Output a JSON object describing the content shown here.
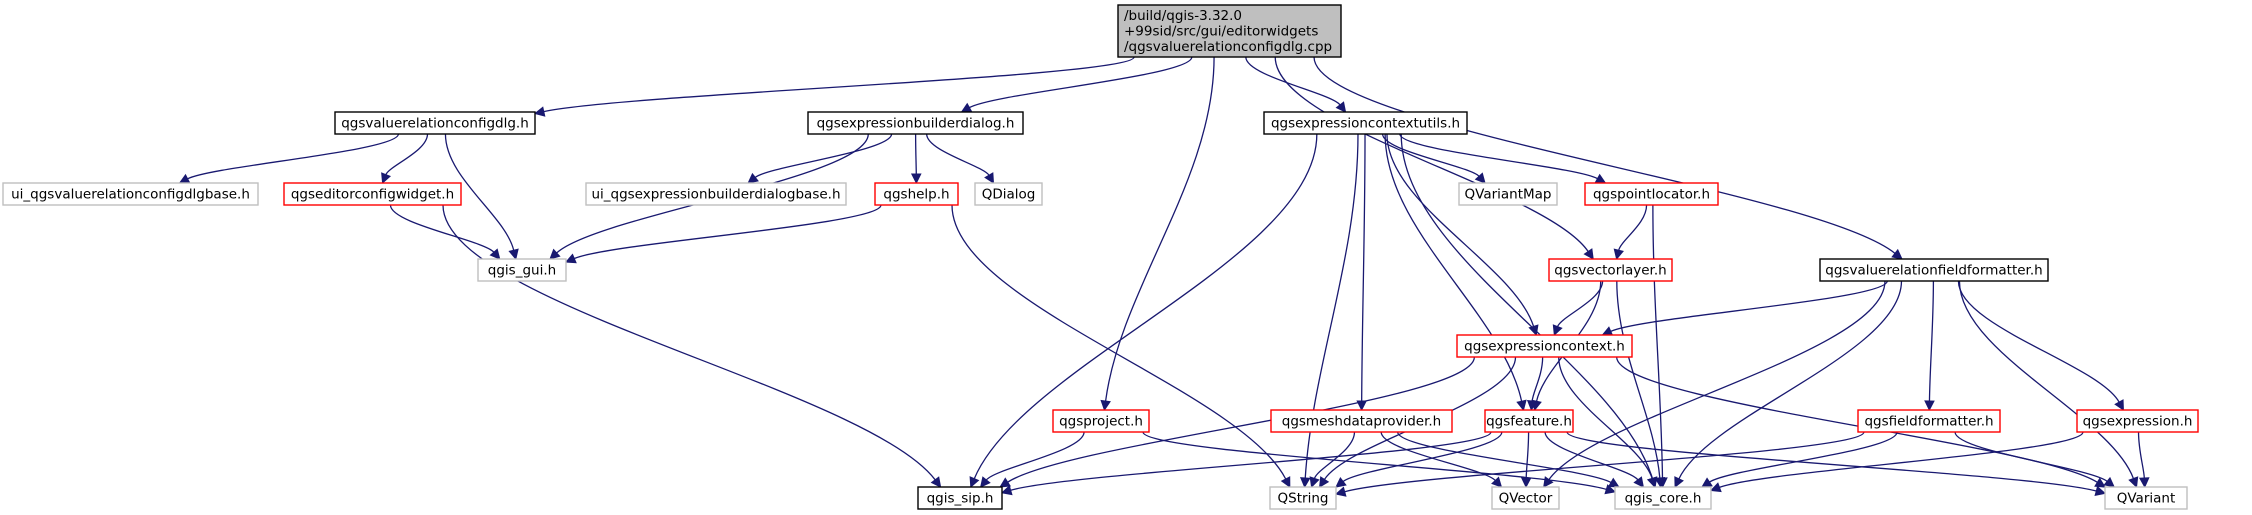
{
  "diagram": {
    "nodes": [
      {
        "id": "root",
        "lines": [
          "/build/qgis-3.32.0",
          "+99sid/src/gui/editorwidgets",
          "/qgsvaluerelationconfigdlg.cpp"
        ],
        "style": "root",
        "name": "node-root-file"
      },
      {
        "id": "vrcd_h",
        "lines": [
          "qgsvaluerelationconfigdlg.h"
        ],
        "style": "black",
        "name": "node-qgsvaluerelationconfigdlg-h"
      },
      {
        "id": "ui_vrcd",
        "lines": [
          "ui_qgsvaluerelationconfigdlgbase.h"
        ],
        "style": "gray",
        "name": "node-ui-qgsvaluerelationconfigdlgbase-h"
      },
      {
        "id": "editcfg",
        "lines": [
          "qgseditorconfigwidget.h"
        ],
        "style": "red",
        "name": "node-qgseditorconfigwidget-h"
      },
      {
        "id": "qgis_gui",
        "lines": [
          "qgis_gui.h"
        ],
        "style": "gray",
        "name": "node-qgis-gui-h"
      },
      {
        "id": "expbd",
        "lines": [
          "qgsexpressionbuilderdialog.h"
        ],
        "style": "black",
        "name": "node-qgsexpressionbuilderdialog-h"
      },
      {
        "id": "ui_expbd",
        "lines": [
          "ui_qgsexpressionbuilderdialogbase.h"
        ],
        "style": "gray",
        "name": "node-ui-qgsexpressionbuilderdialogbase-h"
      },
      {
        "id": "qgshelp",
        "lines": [
          "qgshelp.h"
        ],
        "style": "red",
        "name": "node-qgshelp-h"
      },
      {
        "id": "qdialog",
        "lines": [
          "QDialog"
        ],
        "style": "gray",
        "name": "node-qdialog"
      },
      {
        "id": "qgsproject",
        "lines": [
          "qgsproject.h"
        ],
        "style": "red",
        "name": "node-qgsproject-h"
      },
      {
        "id": "qgis_sip",
        "lines": [
          "qgis_sip.h"
        ],
        "style": "black",
        "name": "node-qgis-sip-h"
      },
      {
        "id": "expctxu",
        "lines": [
          "qgsexpressioncontextutils.h"
        ],
        "style": "black",
        "name": "node-qgsexpressioncontextutils-h"
      },
      {
        "id": "qvariantmap",
        "lines": [
          "QVariantMap"
        ],
        "style": "gray",
        "name": "node-qvariantmap"
      },
      {
        "id": "pointloc",
        "lines": [
          "qgspointlocator.h"
        ],
        "style": "red",
        "name": "node-qgspointlocator-h"
      },
      {
        "id": "vlayer",
        "lines": [
          "qgsvectorlayer.h"
        ],
        "style": "red",
        "name": "node-qgsvectorlayer-h"
      },
      {
        "id": "expctx",
        "lines": [
          "qgsexpressioncontext.h"
        ],
        "style": "red",
        "name": "node-qgsexpressioncontext-h"
      },
      {
        "id": "meshdp",
        "lines": [
          "qgsmeshdataprovider.h"
        ],
        "style": "red",
        "name": "node-qgsmeshdataprovider-h"
      },
      {
        "id": "feature",
        "lines": [
          "qgsfeature.h"
        ],
        "style": "red",
        "name": "node-qgsfeature-h"
      },
      {
        "id": "qstring",
        "lines": [
          "QString"
        ],
        "style": "gray",
        "name": "node-qstring"
      },
      {
        "id": "qvector",
        "lines": [
          "QVector"
        ],
        "style": "gray",
        "name": "node-qvector"
      },
      {
        "id": "qgis_core",
        "lines": [
          "qgis_core.h"
        ],
        "style": "gray",
        "name": "node-qgis-core-h"
      },
      {
        "id": "vrff",
        "lines": [
          "qgsvaluerelationfieldformatter.h"
        ],
        "style": "black",
        "name": "node-qgsvaluerelationfieldformatter-h"
      },
      {
        "id": "fieldfmt",
        "lines": [
          "qgsfieldformatter.h"
        ],
        "style": "red",
        "name": "node-qgsfieldformatter-h"
      },
      {
        "id": "expression",
        "lines": [
          "qgsexpression.h"
        ],
        "style": "red",
        "name": "node-qgsexpression-h"
      },
      {
        "id": "qvariant",
        "lines": [
          "QVariant"
        ],
        "style": "gray",
        "name": "node-qvariant"
      }
    ],
    "edges": [
      [
        "root",
        "vrcd_h"
      ],
      [
        "root",
        "expbd"
      ],
      [
        "root",
        "qgsproject"
      ],
      [
        "root",
        "expctxu"
      ],
      [
        "root",
        "vlayer"
      ],
      [
        "root",
        "vrff"
      ],
      [
        "vrcd_h",
        "ui_vrcd"
      ],
      [
        "vrcd_h",
        "editcfg"
      ],
      [
        "vrcd_h",
        "qgis_gui"
      ],
      [
        "editcfg",
        "qgis_gui"
      ],
      [
        "editcfg",
        "qgis_sip"
      ],
      [
        "expbd",
        "qgis_gui"
      ],
      [
        "expbd",
        "ui_expbd"
      ],
      [
        "expbd",
        "qgshelp"
      ],
      [
        "expbd",
        "qdialog"
      ],
      [
        "qgshelp",
        "qgis_gui"
      ],
      [
        "qgshelp",
        "qstring"
      ],
      [
        "qgsproject",
        "qgis_sip"
      ],
      [
        "qgsproject",
        "qgis_core"
      ],
      [
        "expctxu",
        "qgis_sip"
      ],
      [
        "expctxu",
        "qstring"
      ],
      [
        "expctxu",
        "meshdp"
      ],
      [
        "expctxu",
        "feature"
      ],
      [
        "expctxu",
        "expctx"
      ],
      [
        "expctxu",
        "qvariantmap"
      ],
      [
        "expctxu",
        "pointloc"
      ],
      [
        "expctxu",
        "qgis_core"
      ],
      [
        "pointloc",
        "vlayer"
      ],
      [
        "pointloc",
        "qgis_core"
      ],
      [
        "vlayer",
        "expctx"
      ],
      [
        "vlayer",
        "feature"
      ],
      [
        "vlayer",
        "qgis_core"
      ],
      [
        "expctx",
        "qgis_sip"
      ],
      [
        "expctx",
        "qstring"
      ],
      [
        "expctx",
        "feature"
      ],
      [
        "expctx",
        "qgis_core"
      ],
      [
        "expctx",
        "qvariant"
      ],
      [
        "meshdp",
        "qstring"
      ],
      [
        "meshdp",
        "qvector"
      ],
      [
        "meshdp",
        "qgis_core"
      ],
      [
        "feature",
        "qgis_sip"
      ],
      [
        "feature",
        "qstring"
      ],
      [
        "feature",
        "qvector"
      ],
      [
        "feature",
        "qgis_core"
      ],
      [
        "feature",
        "qvariant"
      ],
      [
        "vrff",
        "expctx"
      ],
      [
        "vrff",
        "qvector"
      ],
      [
        "vrff",
        "fieldfmt"
      ],
      [
        "vrff",
        "qgis_core"
      ],
      [
        "vrff",
        "expression"
      ],
      [
        "vrff",
        "qvariant"
      ],
      [
        "fieldfmt",
        "qstring"
      ],
      [
        "fieldfmt",
        "qgis_core"
      ],
      [
        "fieldfmt",
        "qvariant"
      ],
      [
        "expression",
        "qgis_core"
      ],
      [
        "expression",
        "qvariant"
      ]
    ]
  }
}
